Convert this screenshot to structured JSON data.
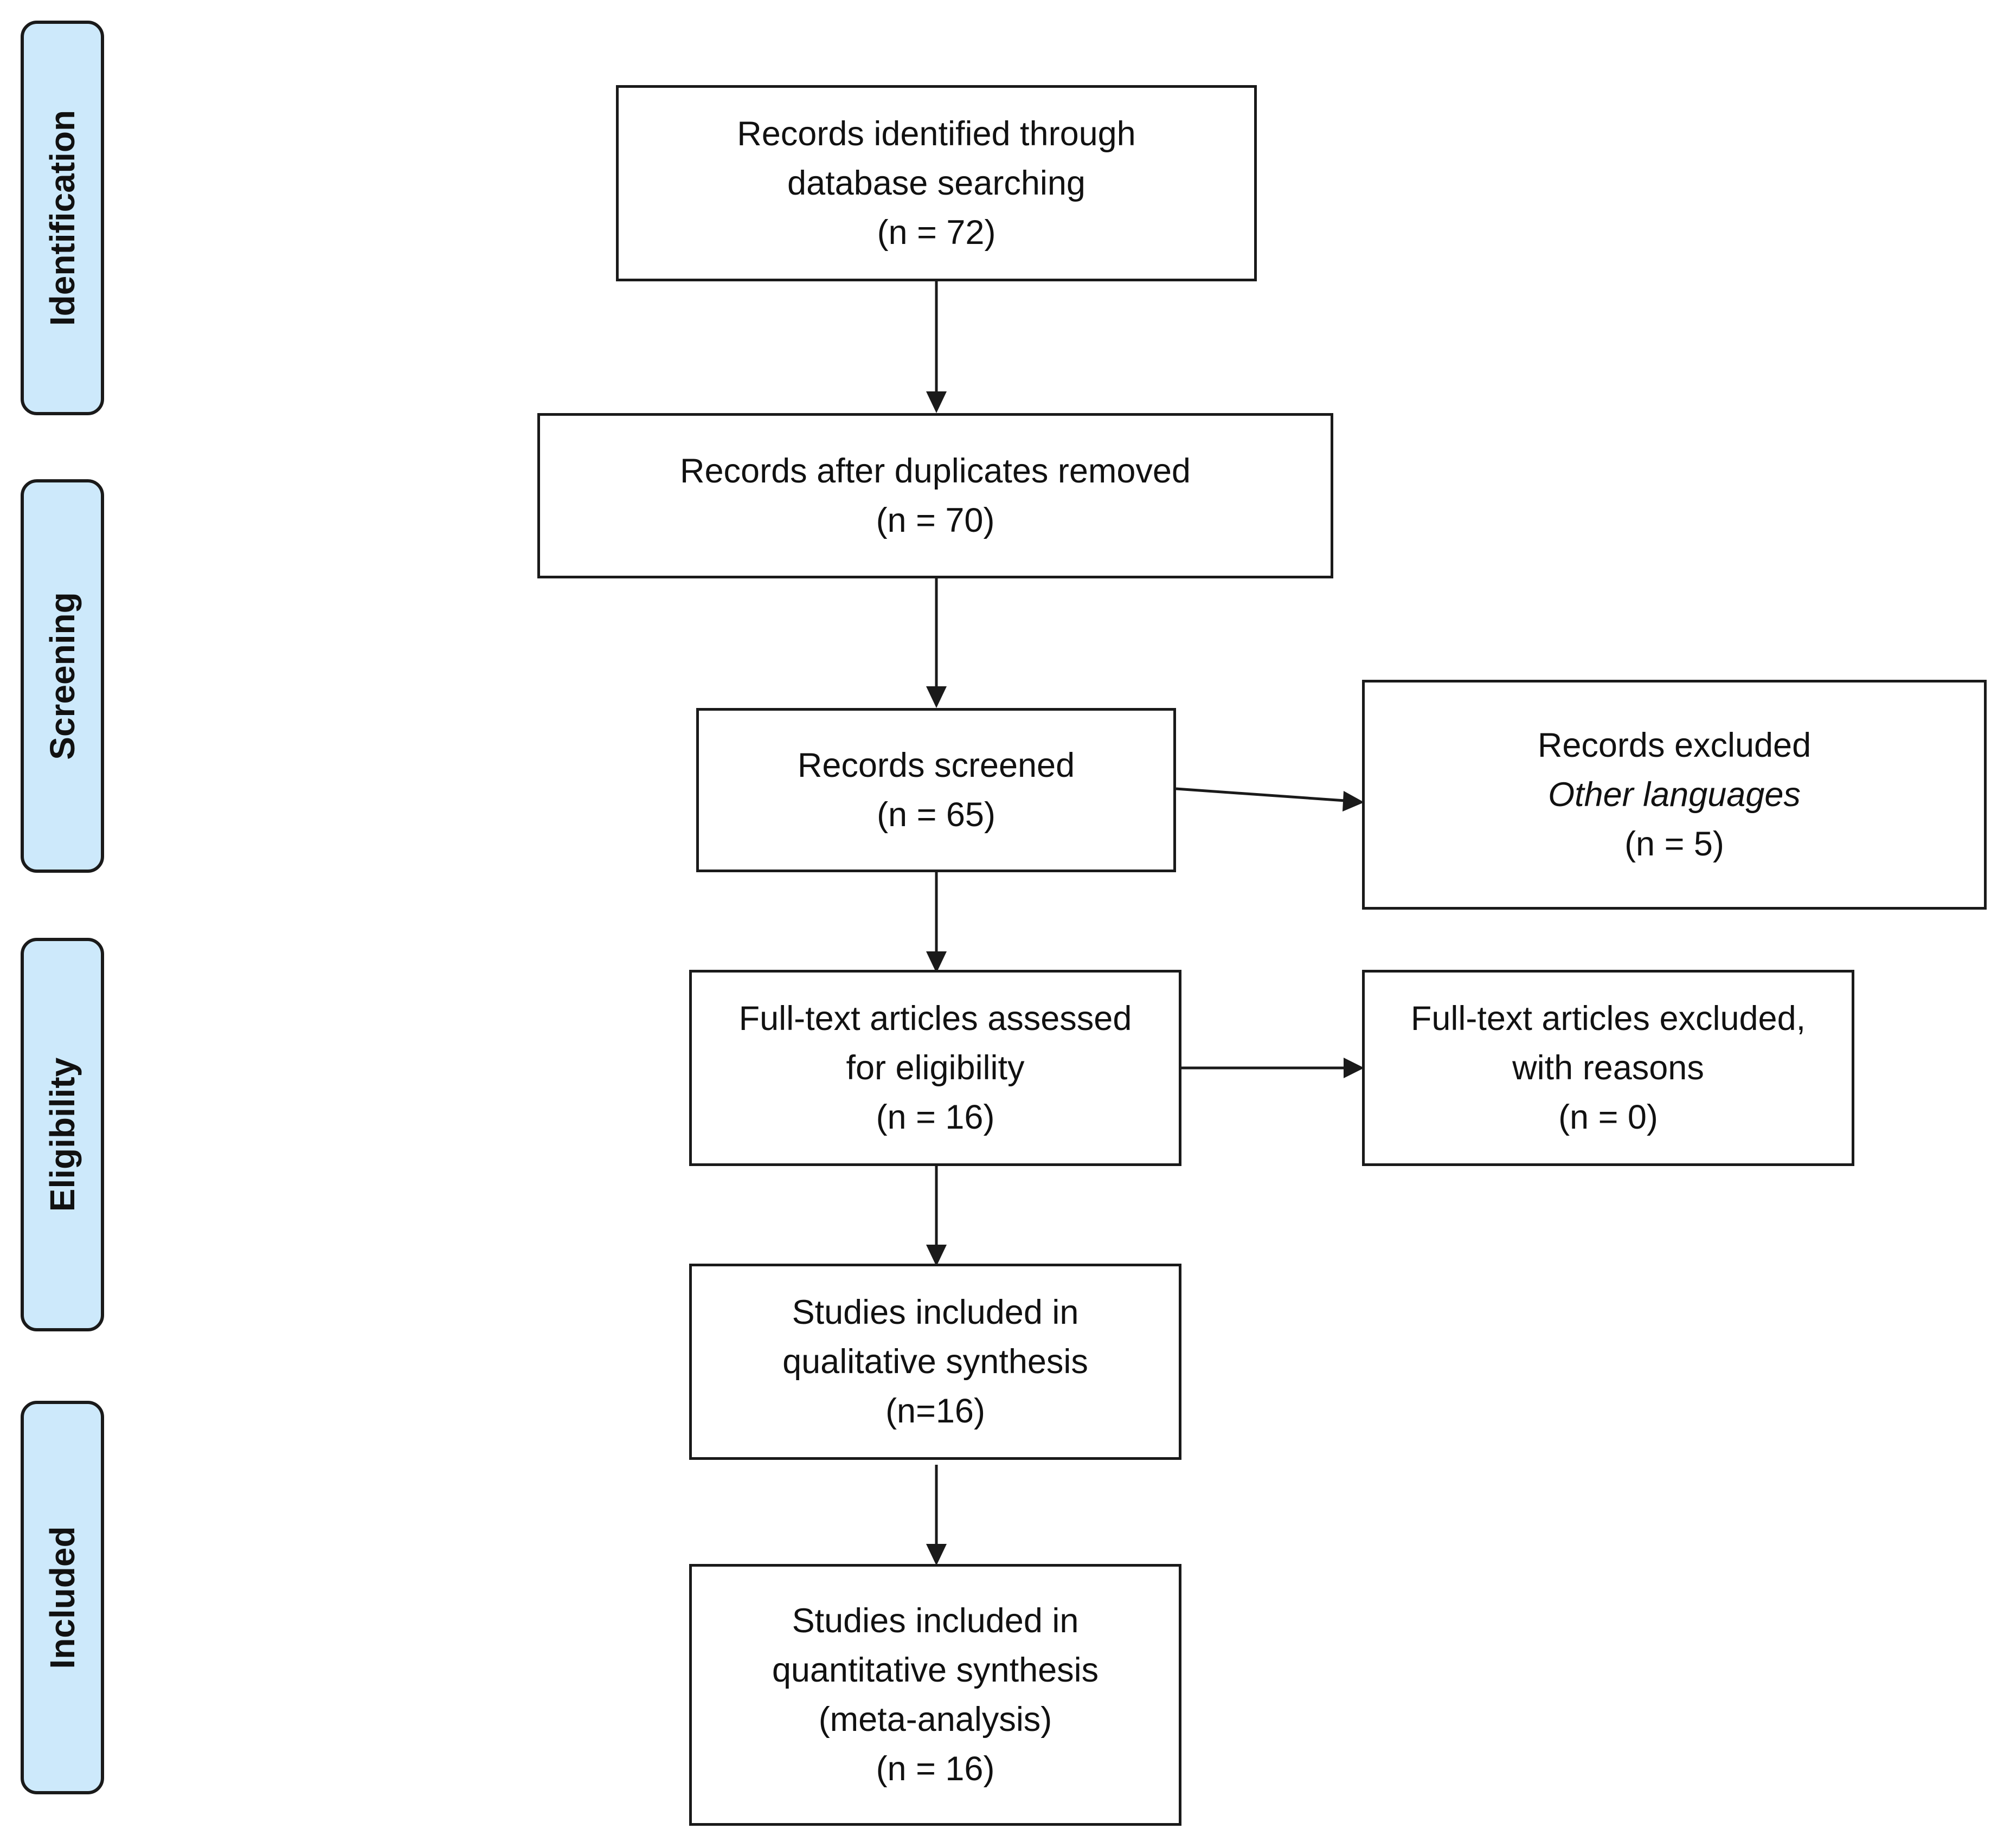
{
  "stages": {
    "identification": "Identification",
    "screening": "Screening",
    "eligibility": "Eligibility",
    "included": "Included"
  },
  "boxes": {
    "identified": {
      "line1": "Records identified through",
      "line2": "database searching",
      "count": "(n =  72)"
    },
    "deduplicated": {
      "line1": "Records after duplicates removed",
      "count": "(n = 70)"
    },
    "screened": {
      "line1": "Records screened",
      "count": "(n = 65)"
    },
    "excluded": {
      "line1": "Records excluded",
      "reason": "Other languages",
      "count": "(n = 5)"
    },
    "fulltext": {
      "line1": "Full-text articles assessed",
      "line2": "for eligibility",
      "count": "(n = 16)"
    },
    "fulltext_excluded": {
      "line1": "Full-text articles excluded,",
      "line2": "with reasons",
      "count": "(n = 0)"
    },
    "qualitative": {
      "line1": "Studies included in",
      "line2": "qualitative synthesis",
      "count": "(n=16)"
    },
    "quantitative": {
      "line1": "Studies included in",
      "line2": "quantitative synthesis",
      "line3": "(meta-analysis)",
      "count": "(n = 16)"
    }
  },
  "colors": {
    "stage_fill": "#cde9fb",
    "stroke": "#1a1a1a"
  }
}
